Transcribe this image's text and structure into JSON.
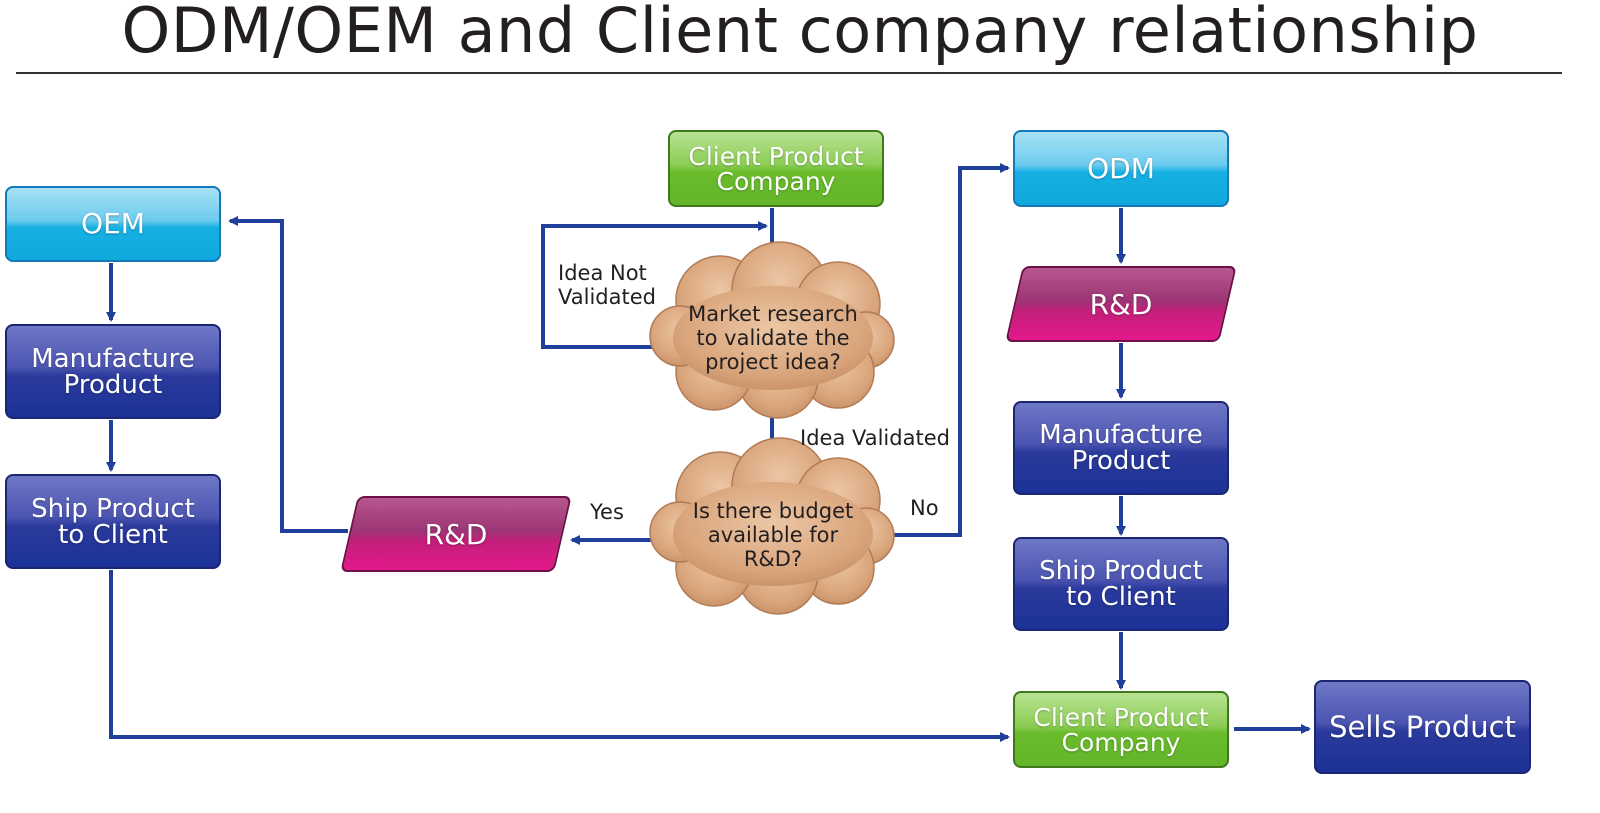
{
  "title": "ODM/OEM and Client company relationship",
  "colors": {
    "arrow": "#1f3f9a",
    "oem_odm": "#17b0e3",
    "process": "#2b3a9c",
    "client": "#6abc2c",
    "rnd": "#c31f7a",
    "cloud": "#d9a57c"
  },
  "nodes": {
    "client_top": {
      "line1": "Client Product",
      "line2": "Company"
    },
    "oem": {
      "label": "OEM"
    },
    "odm": {
      "label": "ODM"
    },
    "market_research": {
      "line1": "Market research",
      "line2": "to validate the",
      "line3": "project idea?"
    },
    "budget": {
      "line1": "Is there budget",
      "line2": "available for",
      "line3": "R&D?"
    },
    "rnd_left": {
      "label": "R&D"
    },
    "rnd_right": {
      "label": "R&D"
    },
    "oem_manufacture": {
      "line1": "Manufacture",
      "line2": "Product"
    },
    "oem_ship": {
      "line1": "Ship Product",
      "line2": "to Client"
    },
    "odm_manufacture": {
      "line1": "Manufacture",
      "line2": "Product"
    },
    "odm_ship": {
      "line1": "Ship Product",
      "line2": "to Client"
    },
    "client_bottom": {
      "line1": "Client Product",
      "line2": "Company"
    },
    "sells": {
      "label": "Sells Product"
    }
  },
  "edge_labels": {
    "not_validated_1": "Idea  Not",
    "not_validated_2": "Validated",
    "validated": "Idea Validated",
    "yes": "Yes",
    "no": "No"
  }
}
